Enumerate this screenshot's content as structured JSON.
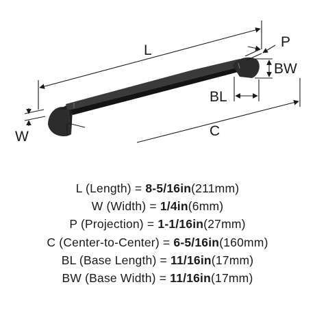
{
  "dimension_labels": {
    "length": "L",
    "width": "W",
    "projection": "P",
    "center_to_center": "C",
    "base_length": "BL",
    "base_width": "BW"
  },
  "specs": [
    {
      "label": "L (Length) = ",
      "value": "8-5/16in",
      "metric": "(211mm)"
    },
    {
      "label": "W (Width) = ",
      "value": "1/4in",
      "metric": "(6mm)"
    },
    {
      "label": "P (Projection) = ",
      "value": "1-1/16in",
      "metric": "(27mm)"
    },
    {
      "label": "C (Center-to-Center) = ",
      "value": "6-5/16in",
      "metric": "(160mm)"
    },
    {
      "label": "BL (Base Length) = ",
      "value": "11/16in",
      "metric": "(17mm)"
    },
    {
      "label": "BW (Base Width) = ",
      "value": "11/16in",
      "metric": "(17mm)"
    }
  ]
}
